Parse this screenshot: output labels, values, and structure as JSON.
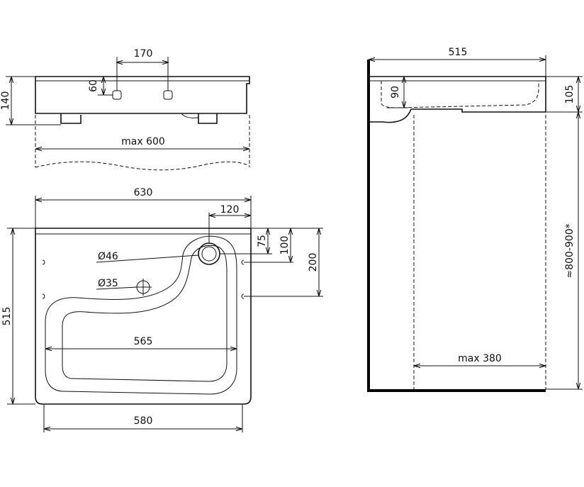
{
  "dimensions": {
    "front_hole_spacing": "170",
    "front_hole_height": "60",
    "front_height": "140",
    "front_max_width": "max 600",
    "top_width": "630",
    "tap_offset": "120",
    "dim_75": "75",
    "dim_100": "100",
    "dim_200": "200",
    "tap_hole_diameter": "Ø46",
    "drain_diameter": "Ø35",
    "basin_inner_width": "565",
    "basin_depth": "515",
    "basin_bottom_width": "580",
    "side_depth": "515",
    "side_bowl_depth": "90",
    "side_rim_height": "105",
    "mount_height": "≈800-900*",
    "pedestal_max": "max 380"
  }
}
